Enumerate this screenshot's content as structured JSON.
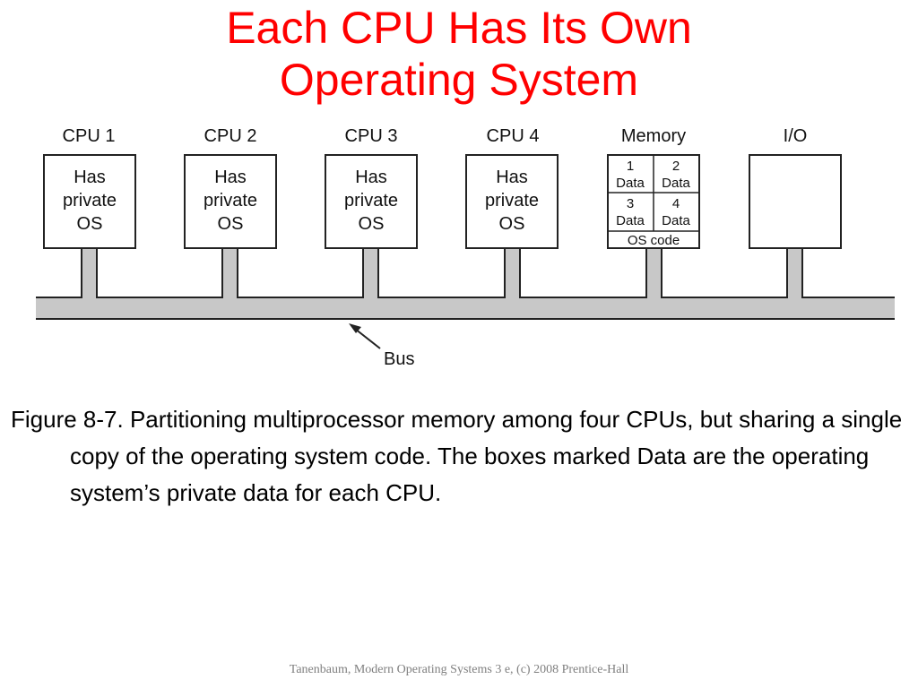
{
  "title": {
    "line1": "Each CPU Has Its Own",
    "line2": "Operating System"
  },
  "diagram": {
    "cpus": [
      {
        "label": "CPU 1",
        "text": [
          "Has",
          "private",
          "OS"
        ]
      },
      {
        "label": "CPU 2",
        "text": [
          "Has",
          "private",
          "OS"
        ]
      },
      {
        "label": "CPU 3",
        "text": [
          "Has",
          "private",
          "OS"
        ]
      },
      {
        "label": "CPU 4",
        "text": [
          "Has",
          "private",
          "OS"
        ]
      }
    ],
    "memory": {
      "label": "Memory",
      "cells": [
        {
          "number": "1",
          "text": "Data"
        },
        {
          "number": "2",
          "text": "Data"
        },
        {
          "number": "3",
          "text": "Data"
        },
        {
          "number": "4",
          "text": "Data"
        }
      ],
      "os_code": "OS code"
    },
    "io": {
      "label": "I/O"
    },
    "bus_label": "Bus"
  },
  "caption": "Figure 8-7. Partitioning multiprocessor memory among four CPUs, but sharing a single copy of the operating system code. The boxes marked Data are the operating system’s private data for each CPU.",
  "footer": "Tanenbaum, Modern Operating Systems 3 e, (c) 2008 Prentice-Hall"
}
